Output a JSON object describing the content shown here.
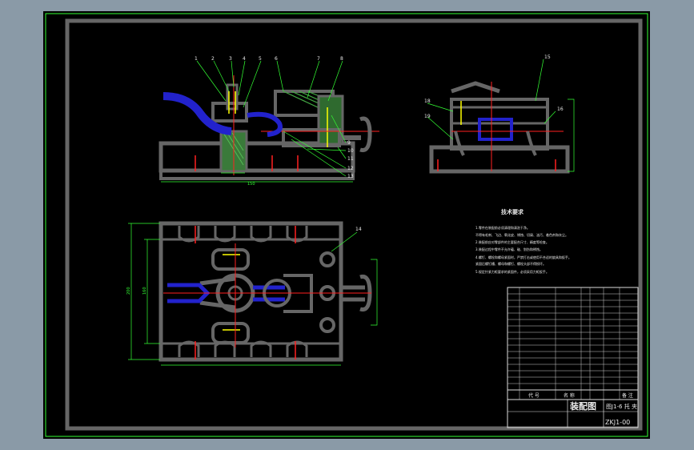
{
  "title_block": {
    "drawing_title": "装配图",
    "drawing_number": "ZKJ1-00",
    "subtitle": "图J1-6 托 夹",
    "header_code": "代  号",
    "header_name": "名  称",
    "header_remark": "备  注"
  },
  "tech_requirements": {
    "heading": "技术要求",
    "lines": [
      "1.零件在装配前必须清理和清洗干净。",
      "  不得有毛刺、飞边、氧化皮、锈蚀、切屑、油污、着色剂和灰尘。",
      "2.装配前应对零部件的主要配合尺寸、精度等检查。",
      "3.装配过程中零件不允许磕、碰、划伤和锈蚀。",
      "4.螺钉、螺栓和螺母紧固时，严禁打击或使用不合适的旋具和扳手。",
      "   紧固后螺钉槽、螺母和螺钉、螺栓头部不得损坏。",
      "5.规定拧紧力矩要求的紧固件，必须采用力矩扳手。"
    ]
  },
  "balloons_top": [
    "1",
    "2",
    "3",
    "4",
    "5",
    "6",
    "7",
    "8"
  ],
  "balloons_right": [
    "9",
    "10",
    "11",
    "12",
    "13"
  ],
  "colors": {
    "frame": "#33ff33",
    "outline": "#666666",
    "center": "#ff2020",
    "part": "#2222cc",
    "hatch": "#44aa44",
    "accent": "#ffff00"
  }
}
